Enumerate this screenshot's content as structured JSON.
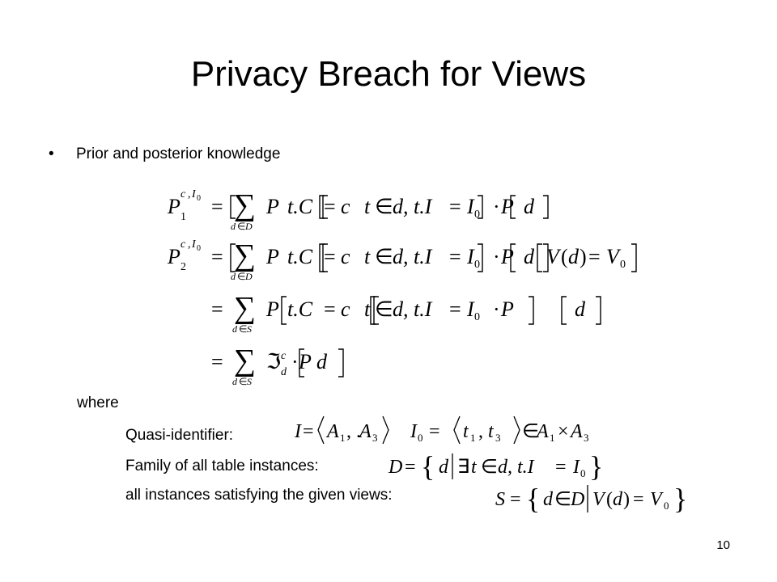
{
  "slide": {
    "title": "Privacy Breach for Views",
    "bullet_symbol": "•",
    "bullet_text": "Prior and posterior knowledge",
    "where_label": "where",
    "quasi_identifier_label": "Quasi-identifier:",
    "family_label": "Family of all table instances:",
    "all_instances_label": "all instances satisfying the given views:",
    "page_number": "10"
  },
  "colors": {
    "background": "#ffffff",
    "text": "#000000"
  }
}
